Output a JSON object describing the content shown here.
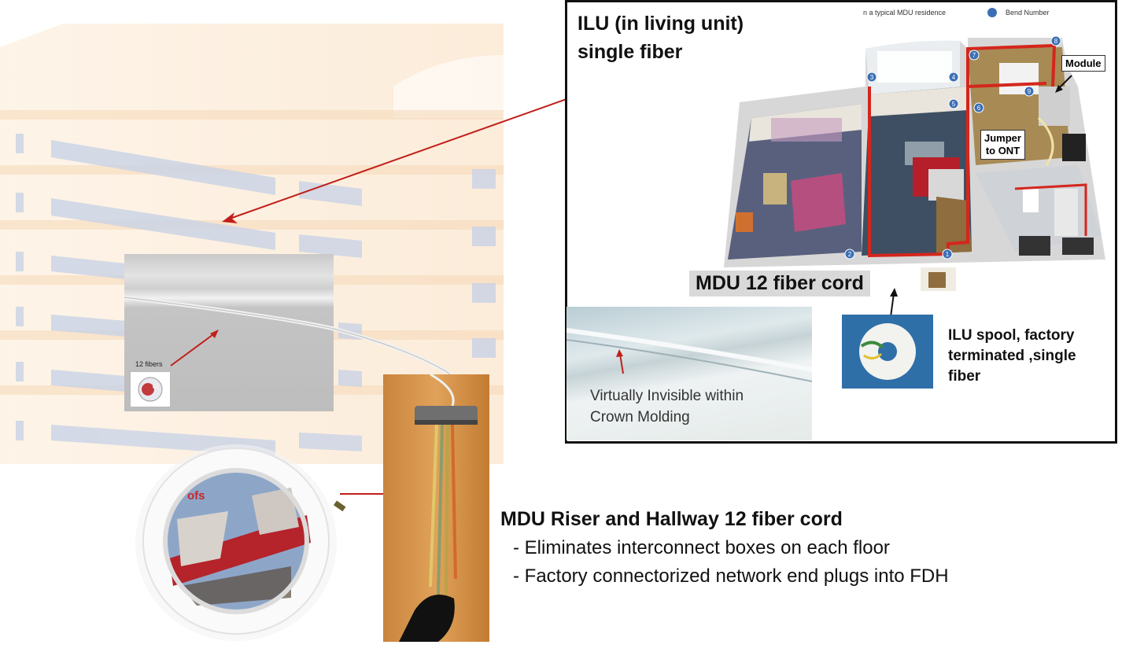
{
  "ilu_panel": {
    "title_line1": "ILU  (in living unit)",
    "title_line2": "single fiber",
    "legend_caption": "n a typical MDU residence",
    "legend_key": "Bend Number",
    "module_label": "Module",
    "jumper_label_line1": "Jumper",
    "jumper_label_line2": "to ONT",
    "bend_numbers": [
      "1",
      "2",
      "3",
      "4",
      "5",
      "6",
      "7",
      "8",
      "9"
    ]
  },
  "cord_label": "MDU 12 fiber cord",
  "molding": {
    "line1": "Virtually Invisible within",
    "line2": "Crown Molding"
  },
  "spool": {
    "line1": "ILU spool, factory",
    "line2": "terminated ,single",
    "line3": "fiber"
  },
  "molding_photo_label": "12 fibers",
  "riser": {
    "title": "MDU Riser and Hallway 12 fiber cord",
    "bullets": [
      "- Eliminates  interconnect boxes on each floor",
      "- Factory connectorized network end plugs into FDH"
    ]
  },
  "reel_brand": "ofs",
  "colors": {
    "route_red": "#d4261c",
    "arrow_red": "#c0201a",
    "building_tint": "#fbe9d3",
    "window_blue": "#c9d3e6",
    "bend_marker_blue": "#3b6fb5"
  }
}
